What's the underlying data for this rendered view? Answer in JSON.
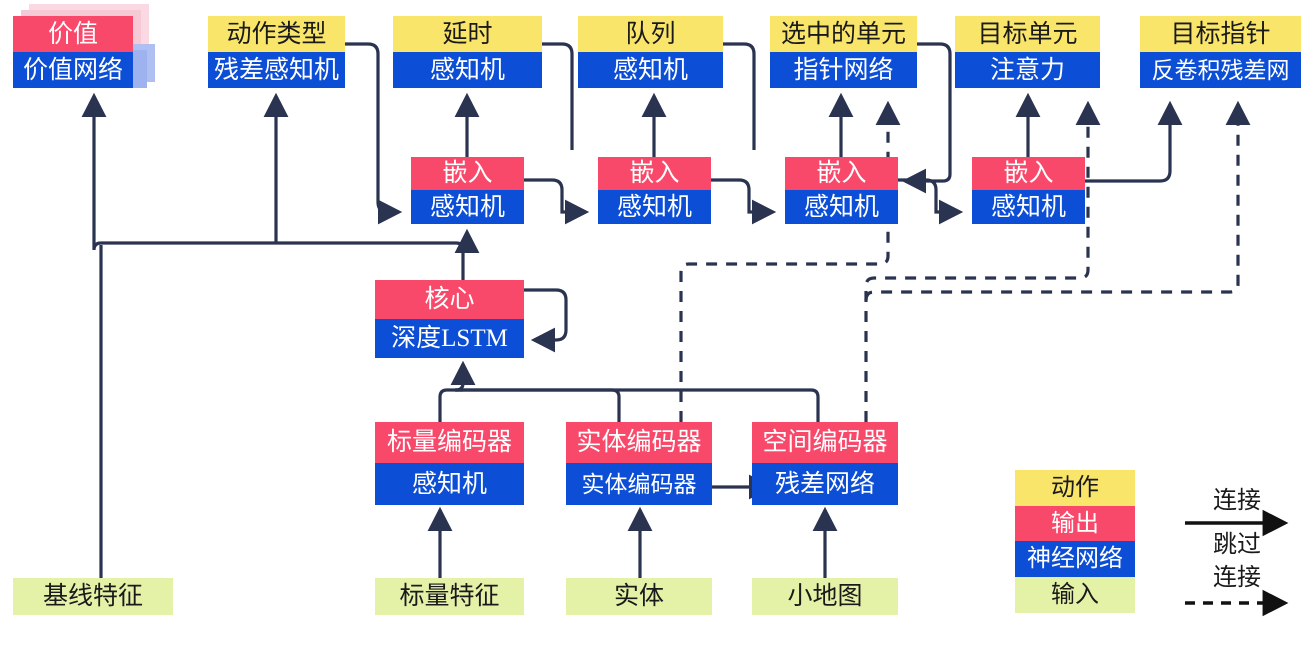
{
  "diagram": {
    "title": "AlphaStar-style policy network architecture diagram",
    "colors": {
      "action": "#FAE56B",
      "output": "#F9496B",
      "network": "#0C4FD6",
      "input": "#E4F2A8",
      "wire": "#2A3350",
      "legend_wire": "#111111"
    }
  },
  "outputs": [
    {
      "id": "value",
      "action": "价值",
      "network": "价值网络",
      "stacked": true
    },
    {
      "id": "action-type",
      "action": "动作类型",
      "network": "残差感知机",
      "stacked": false
    },
    {
      "id": "delay",
      "action": "延时",
      "network": "感知机",
      "stacked": false
    },
    {
      "id": "queued",
      "action": "队列",
      "network": "感知机",
      "stacked": false
    },
    {
      "id": "selected-units",
      "action": "选中的单元",
      "network": "指针网络",
      "stacked": false
    },
    {
      "id": "target-unit",
      "action": "目标单元",
      "network": "注意力",
      "stacked": false
    },
    {
      "id": "target-point",
      "action": "目标指针",
      "network": "反卷积残差网",
      "stacked": false
    }
  ],
  "embeddings": [
    {
      "id": "embed-1",
      "output": "嵌入",
      "network": "感知机"
    },
    {
      "id": "embed-2",
      "output": "嵌入",
      "network": "感知机"
    },
    {
      "id": "embed-3",
      "output": "嵌入",
      "network": "感知机"
    },
    {
      "id": "embed-4",
      "output": "嵌入",
      "network": "感知机"
    }
  ],
  "core": {
    "id": "core",
    "output": "核心",
    "network": "深度LSTM"
  },
  "encoders": [
    {
      "id": "scalar-encoder",
      "output": "标量编码器",
      "network": "感知机"
    },
    {
      "id": "entity-encoder",
      "output": "实体编码器",
      "network": "实体编码器"
    },
    {
      "id": "spatial-encoder",
      "output": "空间编码器",
      "network": "残差网络"
    }
  ],
  "inputs": [
    {
      "id": "baseline-features",
      "label": "基线特征"
    },
    {
      "id": "scalar-features",
      "label": "标量特征"
    },
    {
      "id": "entities",
      "label": "实体"
    },
    {
      "id": "minimap",
      "label": "小地图"
    }
  ],
  "legend": {
    "swatches": [
      {
        "id": "legend-action",
        "label": "动作"
      },
      {
        "id": "legend-output",
        "label": "输出"
      },
      {
        "id": "legend-network",
        "label": "神经网络"
      },
      {
        "id": "legend-input",
        "label": "输入"
      }
    ],
    "connection_label": "连接",
    "skip_label_line1": "跳过",
    "skip_label_line2": "连接"
  }
}
